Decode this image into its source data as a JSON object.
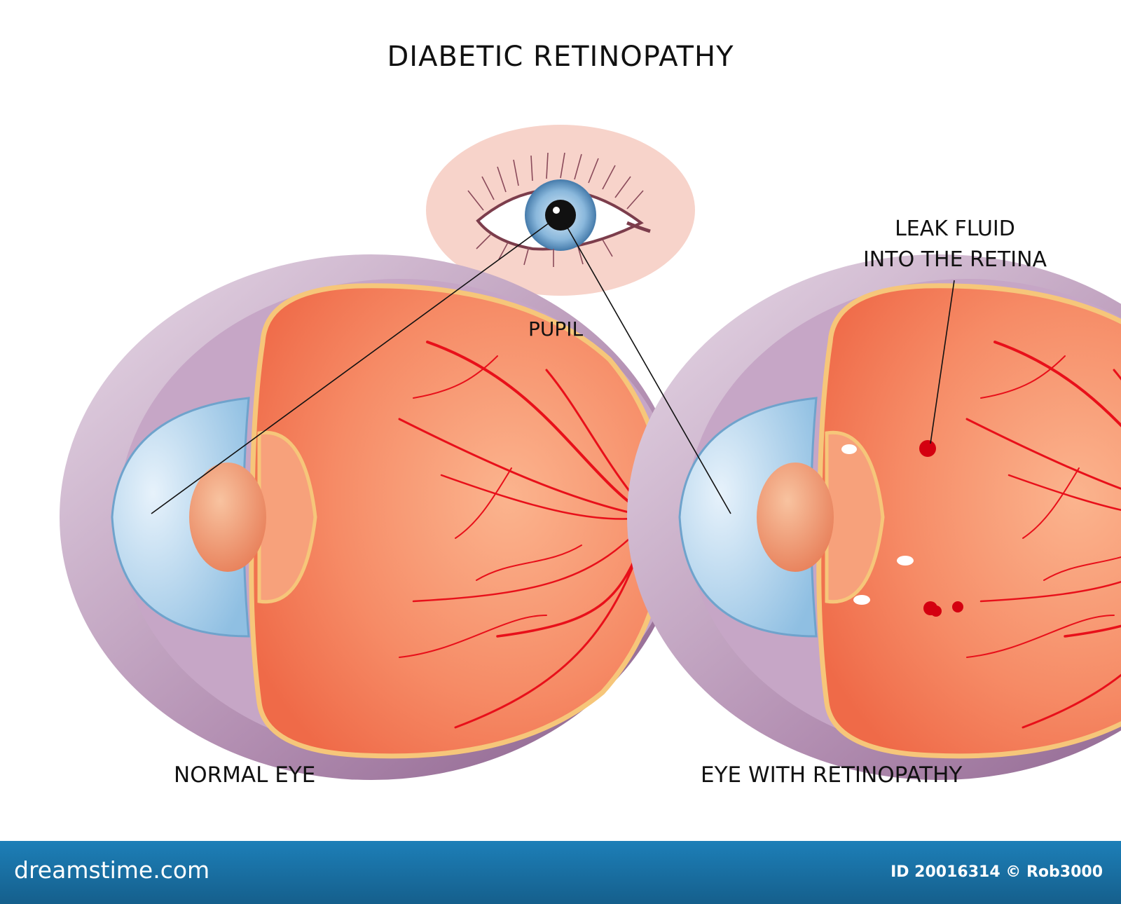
{
  "title": "DIABETIC RETINOPATHY",
  "labels": {
    "pupil": "PUPIL",
    "leak_line1": "LEAK FLUID",
    "leak_line2": "INTO THE RETINA",
    "normal_eye": "NORMAL EYE",
    "eye_with_retinopathy": "EYE WITH RETINOPATHY"
  },
  "footer": {
    "brand": "dreamstime.com",
    "credit": "ID 20016314 © Rob3000"
  },
  "colors": {
    "sclera": "#a57aa3",
    "retina": "#f37f5e",
    "vessel": "#e8101a",
    "iris": "#8ab8dc",
    "lid_patch": "#f7d3ca",
    "footer": "#1a72a7"
  }
}
